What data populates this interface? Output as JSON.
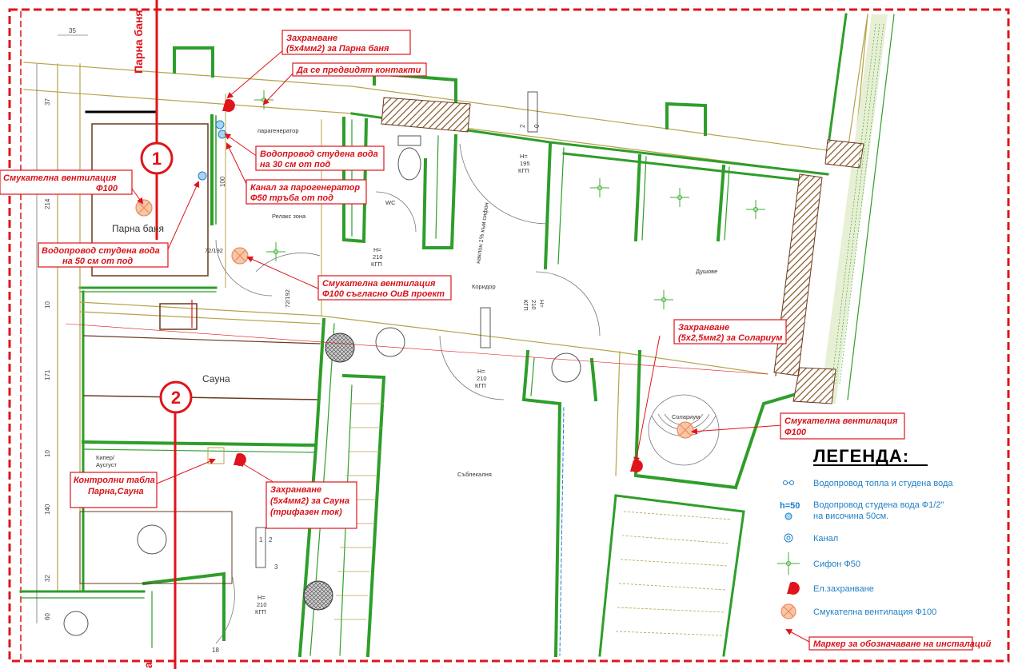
{
  "axes": {
    "axis1": "1",
    "axis2": "2",
    "axis_top_label": "Парна баня",
    "axis_bottom_label": "а"
  },
  "rooms": {
    "steam": "Парна баня",
    "relax": "Релакс зона",
    "wc": "WC",
    "corridor": "Коридор",
    "showers": "Душове",
    "sauna": "Сауна",
    "kiper_1": "Кипер/",
    "kiper_2": "Аусгуст",
    "changing": "Съблекалня",
    "solarium": "Солариум",
    "steamgen": "парагенератор"
  },
  "doors": {
    "d1_h": "H=",
    "d1_v": "195",
    "d1_k": "КГП",
    "d2_h": "H=",
    "d2_v": "210",
    "d2_k": "КГП",
    "d3_h": "H=",
    "d3_v": "210",
    "d3_k": "КГП",
    "d4_h": "H=",
    "d4_v": "210",
    "d4_k": "КГП",
    "d5_h": "H=",
    "d5_v": "210",
    "d5_k": "КГП",
    "d6": "72/192",
    "d7": "72/192",
    "slope": "наклон 1% към сифон"
  },
  "dimensions": {
    "top": "35",
    "left": [
      "37",
      "214",
      "10",
      "171",
      "10",
      "140",
      "32",
      "60"
    ],
    "misc_100": "100",
    "misc_18": "18",
    "misc_2a": "2",
    "misc_0": "0",
    "misc_1": "1",
    "misc_2b": "2",
    "misc_3": "3"
  },
  "callouts": {
    "c1_l1": "Захранване",
    "c1_l2": "(5х4мм2) за Парна баня",
    "c2": "Да се предвидят контакти",
    "c3_l1": "Водопровод студена вода",
    "c3_l2": "на 30 см от под",
    "c4_l1": "Канал за парогенератор",
    "c4_l2": "Ф50 тръба от под",
    "c5_l1": "Смукателна вентилация",
    "c5_l2": "Ф100",
    "c6_l1": "Водопровод студена вода",
    "c6_l2": "на 50 см от под",
    "c7_l1": "Смукателна вентилация",
    "c7_l2": "Ф100 съгласно ОиВ проект",
    "c8_l1": "Захранване",
    "c8_l2": "(5х2,5мм2) за Солариум",
    "c9_l1": "Смукателна вентилация",
    "c9_l2": "Ф100",
    "c10_l1": "Контролни табла",
    "c10_l2": "Парна,Сауна",
    "c11_l1": "Захранване",
    "c11_l2": "(5х4мм2) за Сауна",
    "c11_l3": "(трифазен ток)"
  },
  "legend": {
    "title": "ЛЕГЕНДА:",
    "item1": "Водопровод топла и студена вода",
    "item2_tag": "h=50",
    "item2_l1": "Водопровод студена вода Ф1/2\"",
    "item2_l2": "на височина 50см.",
    "item3": "Канал",
    "item4": "Сифон Ф50",
    "item5": "Ел.захранване",
    "item6": "Смукателна вентилация Ф100",
    "marker": "Маркер за обозначаване на инсталаций"
  },
  "colors": {
    "wall_green": "#2e9e2a",
    "marker_red": "#e0141b",
    "legend_blue": "#1f7fc6",
    "legend_green": "#3fae38",
    "legend_magenta": "#c03fb9",
    "hatch_brown": "#8a5a2b"
  }
}
